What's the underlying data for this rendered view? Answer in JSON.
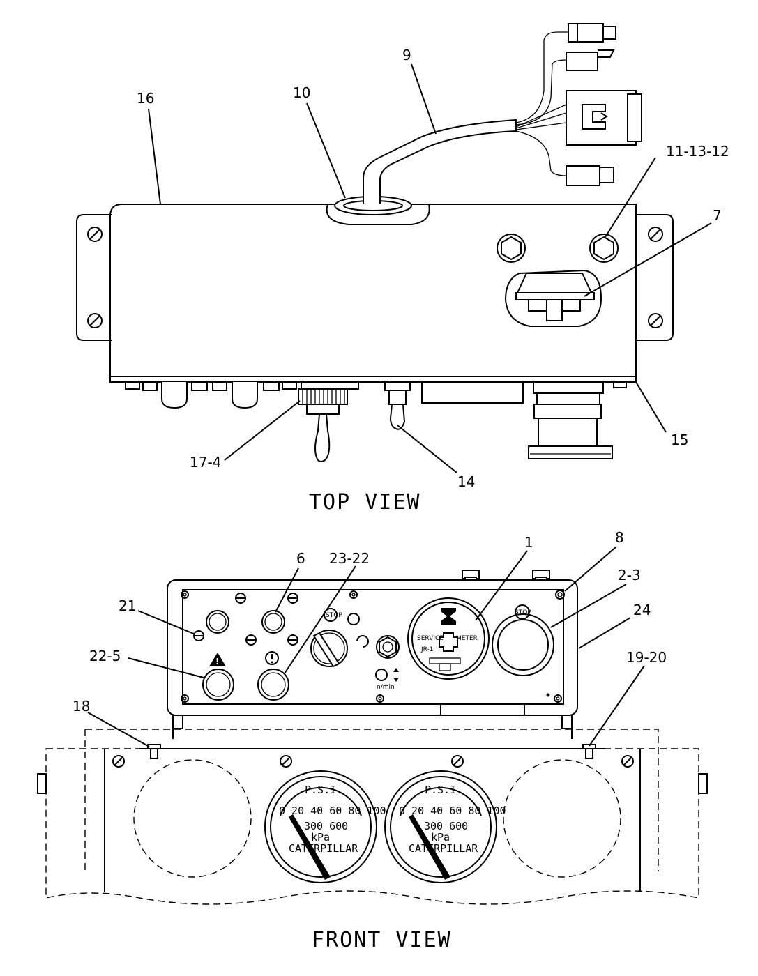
{
  "views": {
    "top": "TOP VIEW",
    "front": "FRONT VIEW"
  },
  "callouts": {
    "c16": "16",
    "c10": "10",
    "c9": "9",
    "c11_13_12": "11-13-12",
    "c7": "7",
    "c15": "15",
    "c17_4": "17-4",
    "c14": "14",
    "c6": "6",
    "c23_22": "23-22",
    "c1": "1",
    "c8": "8",
    "c2_3": "2-3",
    "c21": "21",
    "c24": "24",
    "c22_5": "22-5",
    "c19_20": "19-20",
    "c18": "18"
  },
  "panel_labels": {
    "stop_left": "STOP",
    "stop_right": "STOP",
    "service": "SERVICE",
    "meter": "METER",
    "jr1": "JR-1",
    "rpm": "n/min"
  },
  "gauges": [
    {
      "unit_top": "P.S.I.",
      "scale_top": "0 20 40 60 80 100",
      "scale_bottom": "300 600",
      "unit_bottom": "kPa",
      "brand": "CATERPILLAR"
    },
    {
      "unit_top": "P.S.I.",
      "scale_top": "0 20 40 60 80 100",
      "scale_bottom": "300 600",
      "unit_bottom": "kPa",
      "brand": "CATERPILLAR"
    }
  ]
}
